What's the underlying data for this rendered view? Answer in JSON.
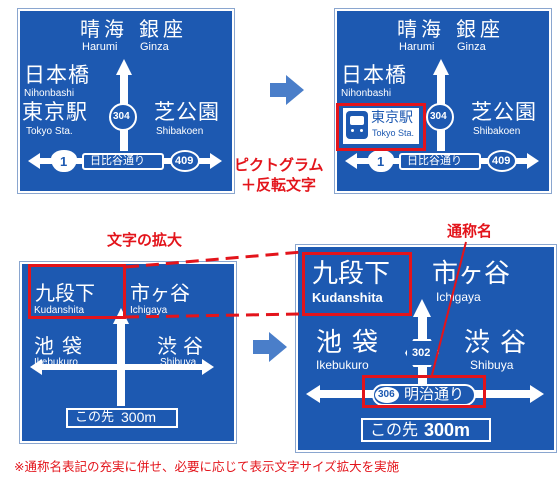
{
  "top_sign": {
    "dest_top_left": "晴海",
    "dest_top_left_en": "Harumi",
    "dest_top_right": "銀座",
    "dest_top_right_en": "Ginza",
    "dest_left1": "日本橋",
    "dest_left1_en": "Nihonbashi",
    "dest_left2": "東京駅",
    "dest_left2_en": "Tokyo Sta.",
    "dest_right": "芝公園",
    "dest_right_en": "Shibakoen",
    "route_center": "304",
    "route_left": "1",
    "route_right": "409",
    "road_name": "日比谷通り"
  },
  "bottom_sign": {
    "dest_top_left": "九段下",
    "dest_top_left_en": "Kudanshita",
    "dest_top_right": "市ヶ谷",
    "dest_top_right_en": "Ichigaya",
    "dest_left": "池袋",
    "dest_left_en": "Ikebukuro",
    "dest_right": "渋谷",
    "dest_right_en": "Shibuya",
    "route_center": "302",
    "route_road": "306",
    "road_name": "明治通り",
    "ahead": "この先",
    "distance": "300m"
  },
  "annotations": {
    "pictogram": "ピクトグラム",
    "reverse": "＋反転文字",
    "enlarge": "文字の拡大",
    "common_name": "通称名",
    "footnote": "※通称名表記の充実に併せ、必要に応じて表示文字サイズ拡大を実施"
  },
  "colors": {
    "sign_blue": "#1d59b1",
    "accent_red": "#e3141b",
    "arrow_blue": "#4a7ec9"
  }
}
